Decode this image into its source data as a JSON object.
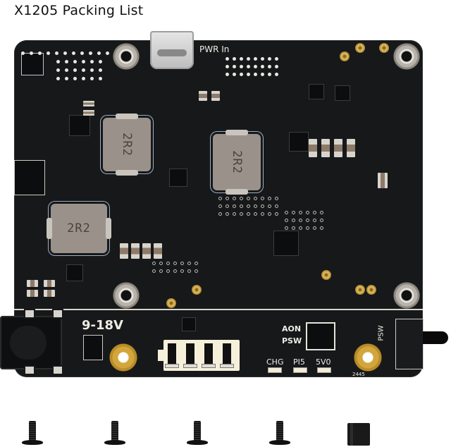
{
  "title": "X1205 Packing List",
  "board": {
    "model": "X1205",
    "silkscreen": {
      "power_in": "PWR In",
      "voltage_range": "9-18V",
      "switch_label_aon": "AON",
      "switch_label_psw": "PSW",
      "side_switch_label": "PSW",
      "led_chg": "CHG",
      "led_pi5": "PI5",
      "led_5v0": "5V0",
      "date_code": "2445"
    },
    "inductors": [
      {
        "marking": "2R2"
      },
      {
        "marking": "2R2"
      },
      {
        "marking": "2R2"
      }
    ],
    "connectors": {
      "usb_c": "usb-c-port",
      "dc_jack": "dc-barrel-jack",
      "battery_indicator": "battery-level-icon"
    },
    "colors": {
      "pcb": "#16181a",
      "silkscreen": "#efece4",
      "gold_pad": "#d3a63d",
      "inductor": "#9a928a"
    }
  },
  "accessories": [
    {
      "item": "screw",
      "count": 4
    },
    {
      "item": "jumper-cap",
      "count": 1
    }
  ]
}
